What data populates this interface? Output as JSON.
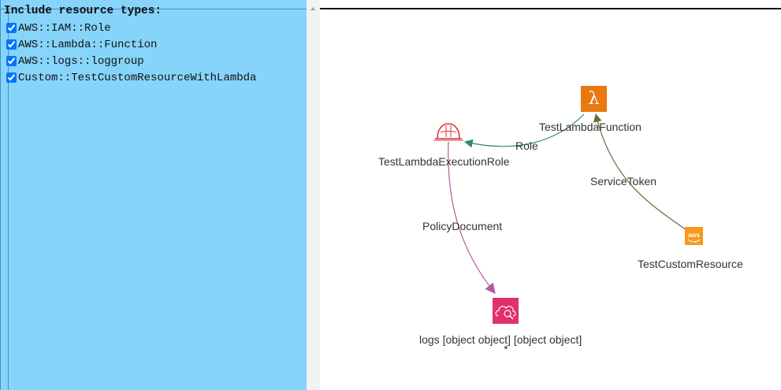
{
  "filter_panel": {
    "title": "Include resource types:",
    "items": [
      {
        "label": "AWS::IAM::Role",
        "checked": true
      },
      {
        "label": "AWS::Lambda::Function",
        "checked": true
      },
      {
        "label": "AWS::logs::loggroup",
        "checked": true
      },
      {
        "label": "Custom::TestCustomResourceWithLambda",
        "checked": true
      }
    ]
  },
  "graph": {
    "nodes": {
      "lambda": {
        "label": "TestLambdaFunction",
        "icon": "lambda-icon",
        "color": "#e8780f"
      },
      "role": {
        "label": "TestLambdaExecutionRole",
        "icon": "iam-role-hardhat-icon",
        "color": "#d9363e"
      },
      "custom": {
        "label": "TestCustomResource",
        "icon": "aws-logo-icon",
        "color": "#f7991c"
      },
      "logs": {
        "label": "logs [object object] [object object]",
        "sublabel": "*",
        "icon": "cloudwatch-logs-icon",
        "color": "#e0306e"
      }
    },
    "edges": {
      "role_edge": {
        "label": "Role",
        "color": "#2f8a6a"
      },
      "service_token_edge": {
        "label": "ServiceToken",
        "color": "#6b6a3a"
      },
      "policy_edge": {
        "label": "PolicyDocument",
        "color": "#b25a9e"
      }
    }
  }
}
